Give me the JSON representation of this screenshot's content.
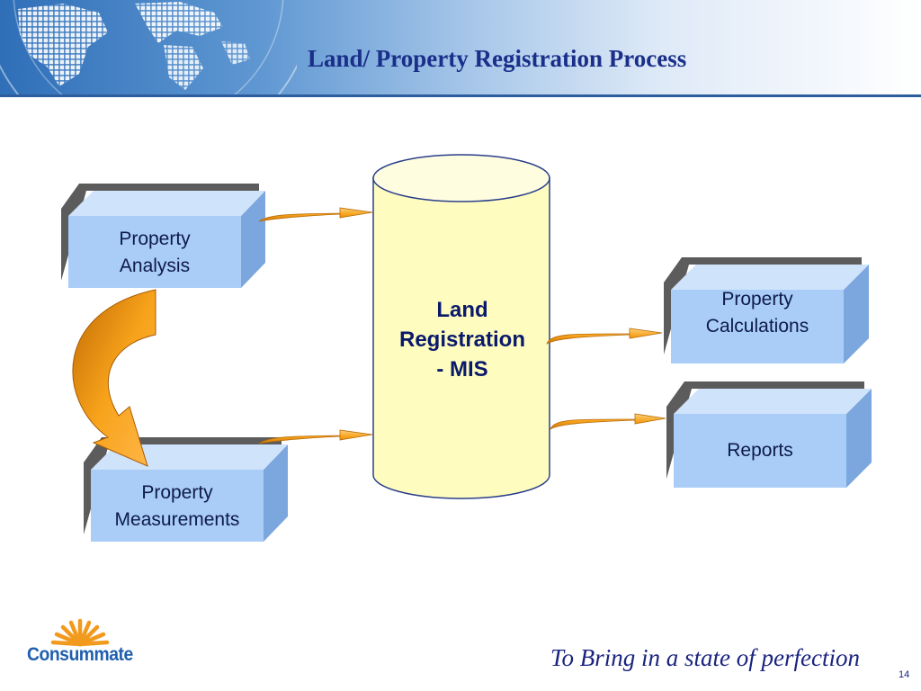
{
  "title": "Land/ Property Registration Process",
  "nodes": {
    "property_analysis": [
      "Property",
      "Analysis"
    ],
    "property_measurements": [
      "Property",
      "Measurements"
    ],
    "land_registration_mis": [
      "Land",
      "Registration",
      "- MIS"
    ],
    "property_calculations": [
      "Property",
      "Calculations"
    ],
    "reports": [
      "Reports"
    ]
  },
  "footer": {
    "logo": "Consummate",
    "tagline": "To Bring in a state of perfection",
    "page_number": "14"
  },
  "colors": {
    "box_front": "#a9cdf7",
    "box_side": "#7ba6de",
    "box_shadow": "#5c5c5c",
    "cylinder_fill": "#fffcc0",
    "arrow": "#f7a21a",
    "title": "#1a2f8a"
  }
}
